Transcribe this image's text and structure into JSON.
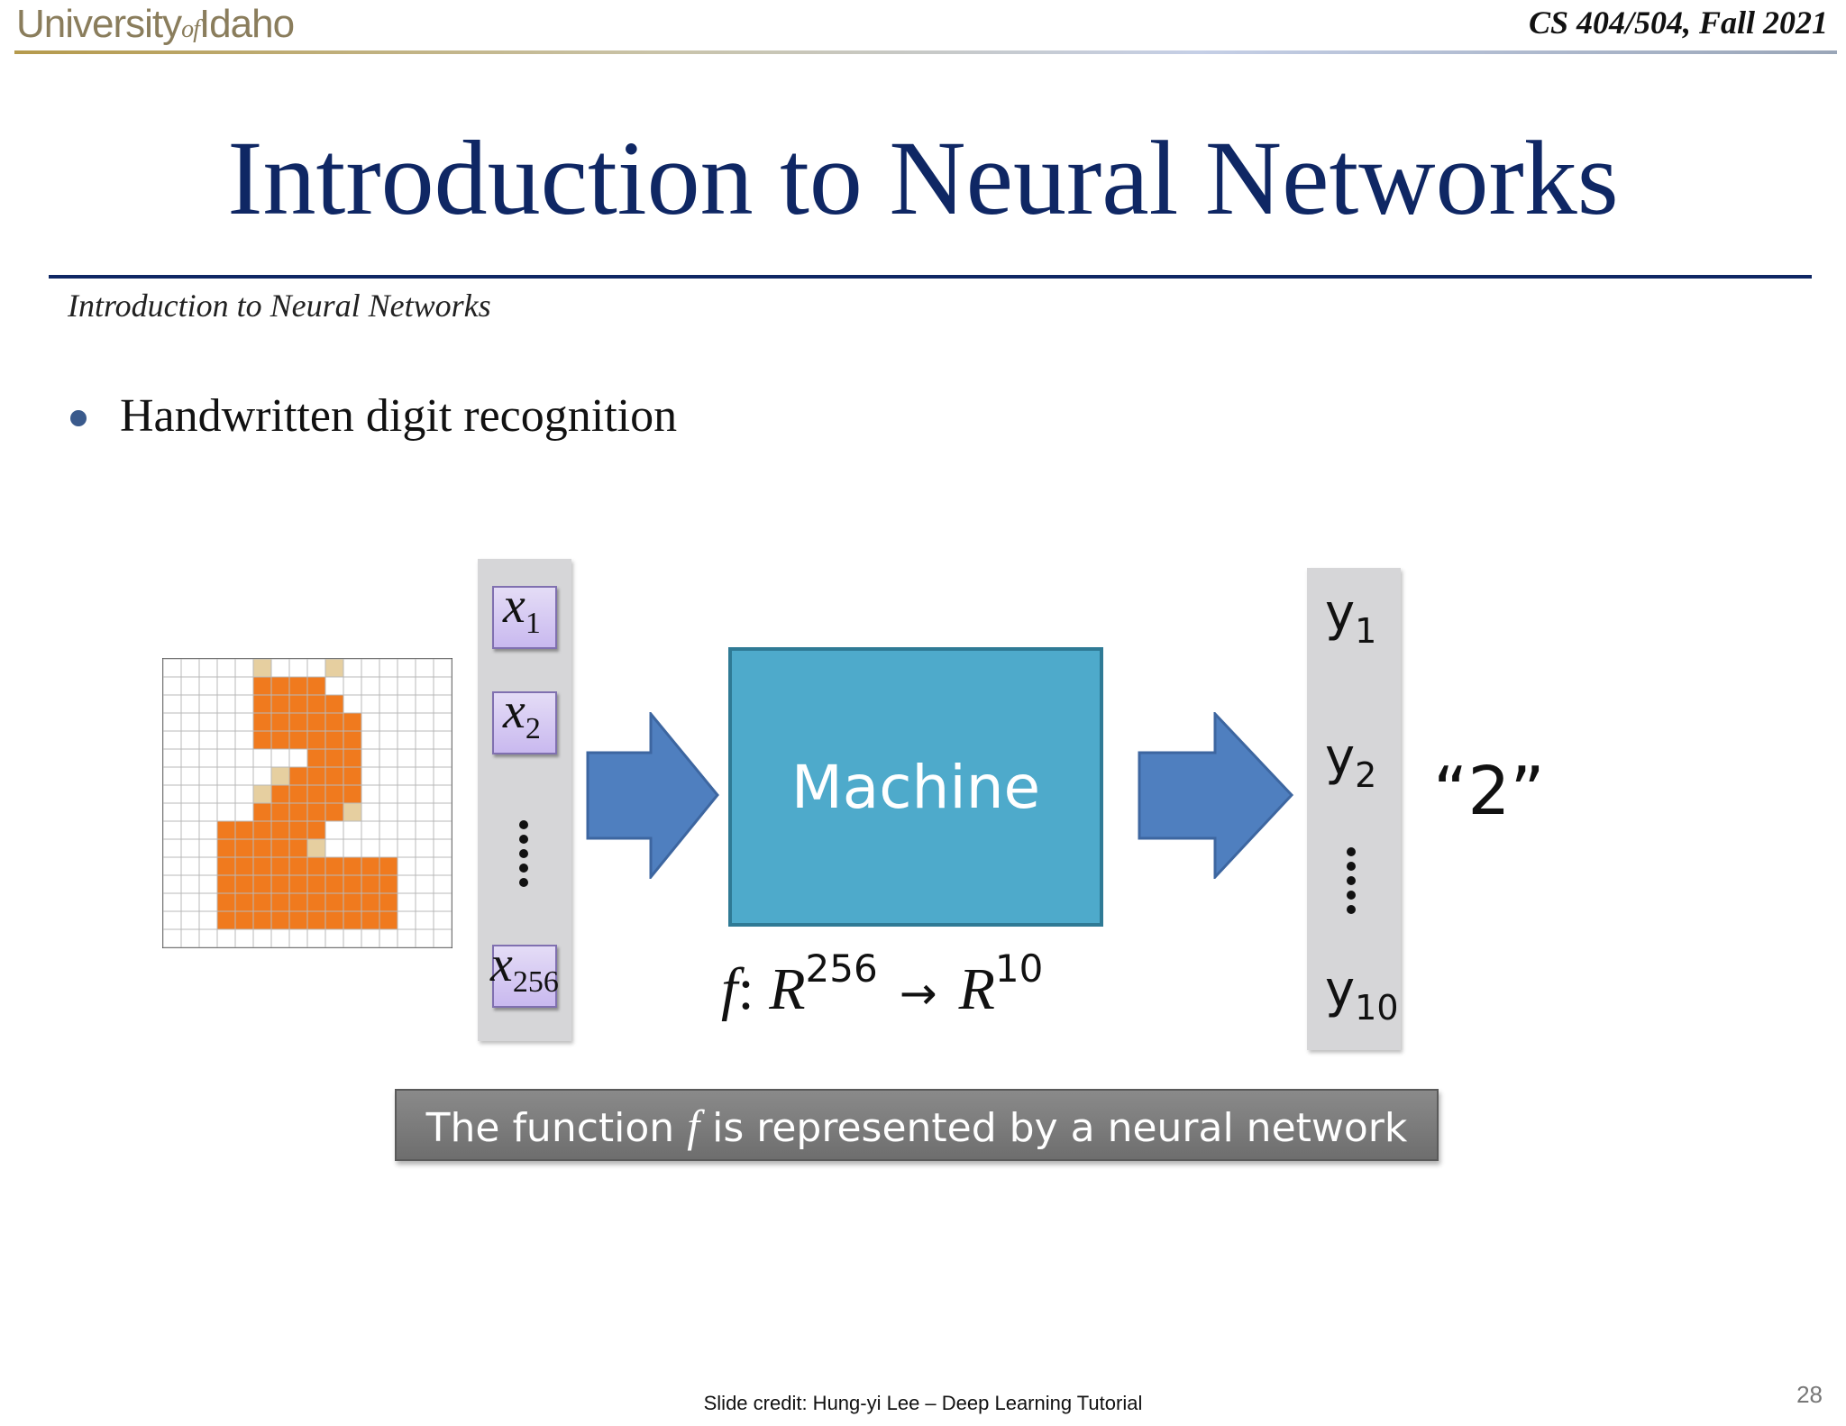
{
  "header": {
    "logo_main": "University",
    "logo_of": "of",
    "logo_end": "Idaho",
    "course": "CS 404/504, Fall 2021"
  },
  "slide": {
    "title": "Introduction to Neural Networks",
    "section_label": "Introduction to Neural Networks",
    "bullet": "Handwritten digit recognition"
  },
  "diagram": {
    "inputs": [
      {
        "var": "x",
        "sub": "1"
      },
      {
        "var": "x",
        "sub": "2"
      },
      {
        "var": "x",
        "sub": "256"
      }
    ],
    "machine_label": "Machine",
    "formula": {
      "f": "f",
      "colon": ":",
      "domain": "R",
      "domain_exp": "256",
      "arrow": "→",
      "codomain": "R",
      "codomain_exp": "10"
    },
    "outputs": [
      {
        "var": "y",
        "sub": "1"
      },
      {
        "var": "y",
        "sub": "2"
      },
      {
        "var": "y",
        "sub": "10"
      }
    ],
    "result": "“2”",
    "colors": {
      "digit_fill": "#f07a1e",
      "digit_edge": "#e6cfa0",
      "machine": "#4eaacb",
      "arrow": "#4f7fbf"
    }
  },
  "caption": {
    "before": "The function",
    "f": "f",
    "after": "is represented by a neural network"
  },
  "footer": {
    "credit": "Slide credit: Hung-yi Lee – Deep Learning Tutorial",
    "page": "28"
  }
}
